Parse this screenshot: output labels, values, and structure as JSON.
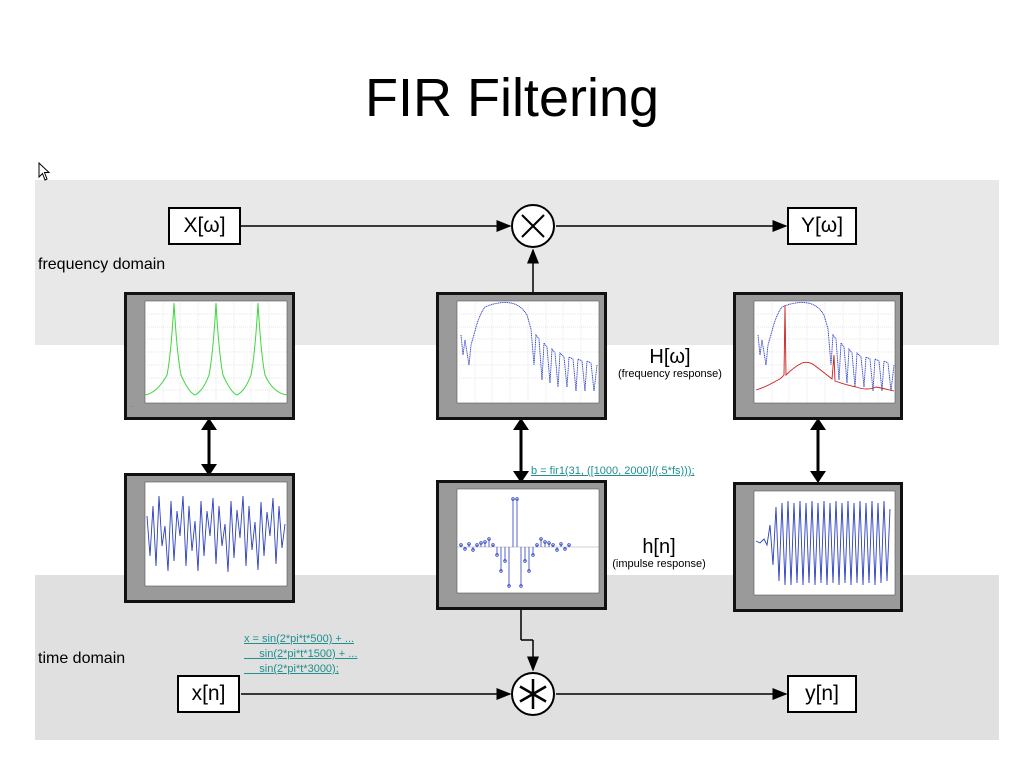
{
  "slide": {
    "title": "FIR Filtering",
    "frequency_domain_label": "frequency domain",
    "time_domain_label": "time domain"
  },
  "boxes": {
    "X": "X[ω]",
    "Y": "Y[ω]",
    "x": "x[n]",
    "y": "y[n]"
  },
  "operators": {
    "multiply": "multiply-circle",
    "convolve": "convolve-circle"
  },
  "annotations": {
    "H_main": "H[ω]",
    "H_sub": "(frequency response)",
    "h_main": "h[n]",
    "h_sub": "(impulse response)"
  },
  "code": {
    "filter": "b = fir1(31, ([1000, 2000]/(.5*fs)));",
    "signal_line1": "x = sin(2*pi*t*500) + ...",
    "signal_line2": "     sin(2*pi*t*1500) + ...",
    "signal_line3": "     sin(2*pi*t*3000);"
  },
  "colors": {
    "band": "#e8e8e8",
    "plot_frame": "#9a9a9a",
    "link": "#1f8f8f",
    "green_trace": "#3fd63f",
    "blue_trace": "#2b3fbf",
    "red_trace": "#cc1f1f"
  }
}
